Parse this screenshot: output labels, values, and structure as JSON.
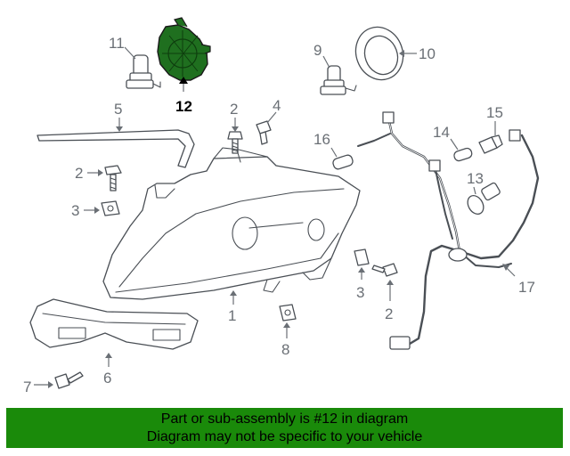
{
  "diagram": {
    "callouts": {
      "c1": "1",
      "c2a": "2",
      "c2b": "2",
      "c2c": "2",
      "c3a": "3",
      "c3b": "3",
      "c4": "4",
      "c5": "5",
      "c6": "6",
      "c7": "7",
      "c8": "8",
      "c9": "9",
      "c10": "10",
      "c11": "11",
      "c12": "12",
      "c13": "13",
      "c14": "14",
      "c15": "15",
      "c16": "16",
      "c17": "17"
    },
    "highlight_color": "#1f6f1f"
  },
  "footer": {
    "line1": "Part or sub-assembly is #12 in diagram",
    "line2": "Diagram may not be specific to your vehicle",
    "background": "#1a8a0a"
  }
}
